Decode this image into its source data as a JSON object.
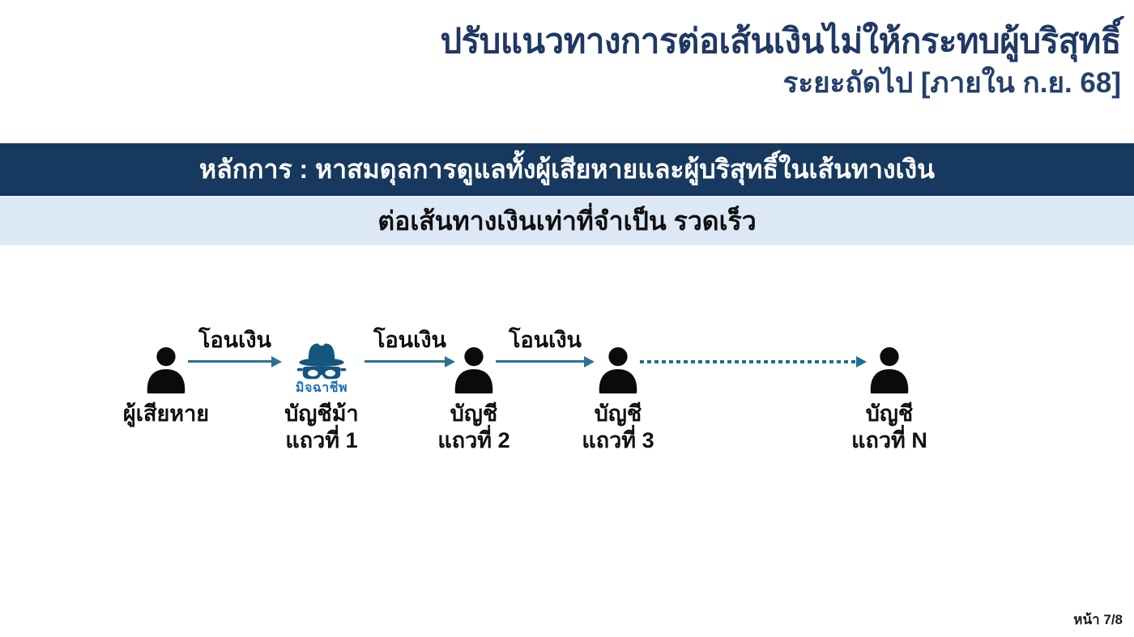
{
  "header": {
    "title": "ปรับแนวทางการต่อเส้นเงินไม่ให้กระทบผู้บริสุทธิ์",
    "subtitle": "ระยะถัดไป [ภายใน ก.ย. 68]"
  },
  "banners": {
    "principle": "หลักการ : หาสมดุลการดูแลทั้งผู้เสียหายและผู้บริสุทธิ์ในเส้นทางเงิน",
    "detail": "ต่อเส้นทางเงินเท่าที่จำเป็น รวดเร็ว"
  },
  "diagram": {
    "transfer_label": "โอนเงิน",
    "scammer_label": "มิจฉาชีพ",
    "nodes": [
      {
        "line1": "ผู้เสียหาย",
        "line2": ""
      },
      {
        "line1": "บัญชีม้า",
        "line2": "แถวที่ 1"
      },
      {
        "line1": "บัญชี",
        "line2": "แถวที่ 2"
      },
      {
        "line1": "บัญชี",
        "line2": "แถวที่ 3"
      },
      {
        "line1": "บัญชี",
        "line2": "แถวที่ N"
      }
    ]
  },
  "footer": {
    "page_label": "หน้า 7/8"
  },
  "colors": {
    "title_navy": "#1f3864",
    "banner_dark_bg": "#17395f",
    "banner_light_bg": "#dce8f6",
    "arrow_solid": "#2e7195",
    "arrow_dotted": "#1a7090",
    "scammer_icon_blue": "#14567f",
    "scammer_text_blue": "#1d6fb8",
    "person_black": "#0b0b0b"
  }
}
